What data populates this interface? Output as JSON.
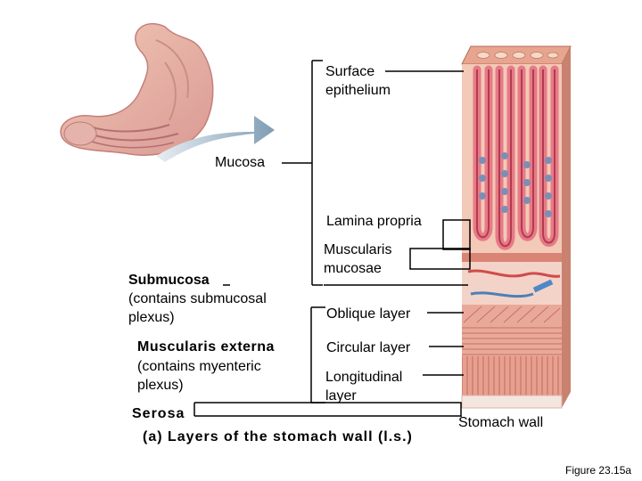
{
  "labels": {
    "surface_epithelium": "Surface\nepithelium",
    "mucosa": "Mucosa",
    "lamina_propria": "Lamina propria",
    "muscularis_mucosae": "Muscularis\nmucosae",
    "submucosa": "Submucosa",
    "submucosa_note": "(contains submucosal\nplexus)",
    "oblique_layer": "Oblique layer",
    "muscularis_externa": "Muscularis externa",
    "muscularis_externa_note": "(contains myenteric\nplexus)",
    "circular_layer": "Circular layer",
    "longitudinal_layer": "Longitudinal\nlayer",
    "serosa": "Serosa",
    "stomach_wall": "Stomach wall"
  },
  "caption": "(a) Layers of the stomach wall (l.s.)",
  "figure_number": "Figure 23.15a"
}
